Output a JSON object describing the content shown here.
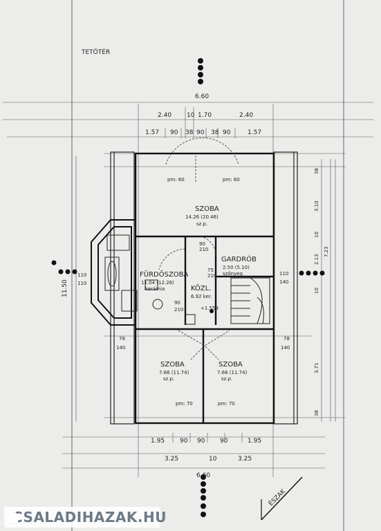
{
  "plan": {
    "title": "TETŐTÉR",
    "north_label": "ÉSZAK",
    "overall_width_top": "6.60",
    "overall_width_bottom": "6.60",
    "overall_height_left": "11.50",
    "top_dims_row1": [
      "2.40",
      "10",
      "1.70",
      "2.40"
    ],
    "top_dims_row2": [
      "1.57",
      "90",
      "38",
      "90",
      "38",
      "90",
      "1.57"
    ],
    "bottom_dims_row1": [
      "1.95",
      "90",
      "90",
      "90",
      "1.95"
    ],
    "bottom_dims_row2": [
      "3.25",
      "10",
      "3.25"
    ],
    "right_dims": [
      "38",
      "3.10",
      "10",
      "2.13",
      "10",
      "3.71",
      "38"
    ],
    "right_total": "7.23",
    "rooms": {
      "szoba_top": {
        "name": "SZOBA",
        "area": "14.26 (20.46)",
        "floor": "sz.p."
      },
      "furdo": {
        "name": "FÜRDŐSZOBA",
        "area": "11.04 (12.26)",
        "floor": "kerámia"
      },
      "gardrob": {
        "name": "GARDRÓB",
        "area": "2.50 (5.10)",
        "floor": "szőnyeg"
      },
      "kozl": {
        "name": "KÖZL.",
        "area": "6.92 ker."
      },
      "szoba_left": {
        "name": "SZOBA",
        "area": "7.66 (11.74)",
        "floor": "sz.p."
      },
      "szoba_right": {
        "name": "SZOBA",
        "area": "7.66 (11.74)",
        "floor": "sz.p."
      }
    },
    "level_mark": "+1.558",
    "window_top_left": "pm: 60",
    "window_top_right": "pm: 60",
    "window_bottom_left": "pm: 70",
    "window_bottom_right": "pm: 70",
    "left_side_dims": [
      "110",
      "110",
      "78",
      "140"
    ],
    "right_side_dims": [
      "78",
      "140",
      "140",
      "110"
    ],
    "door_dims": [
      "90",
      "210",
      "75",
      "210",
      "90",
      "210"
    ]
  },
  "watermark": {
    "text": "CSALADIHAZAK.HU"
  }
}
